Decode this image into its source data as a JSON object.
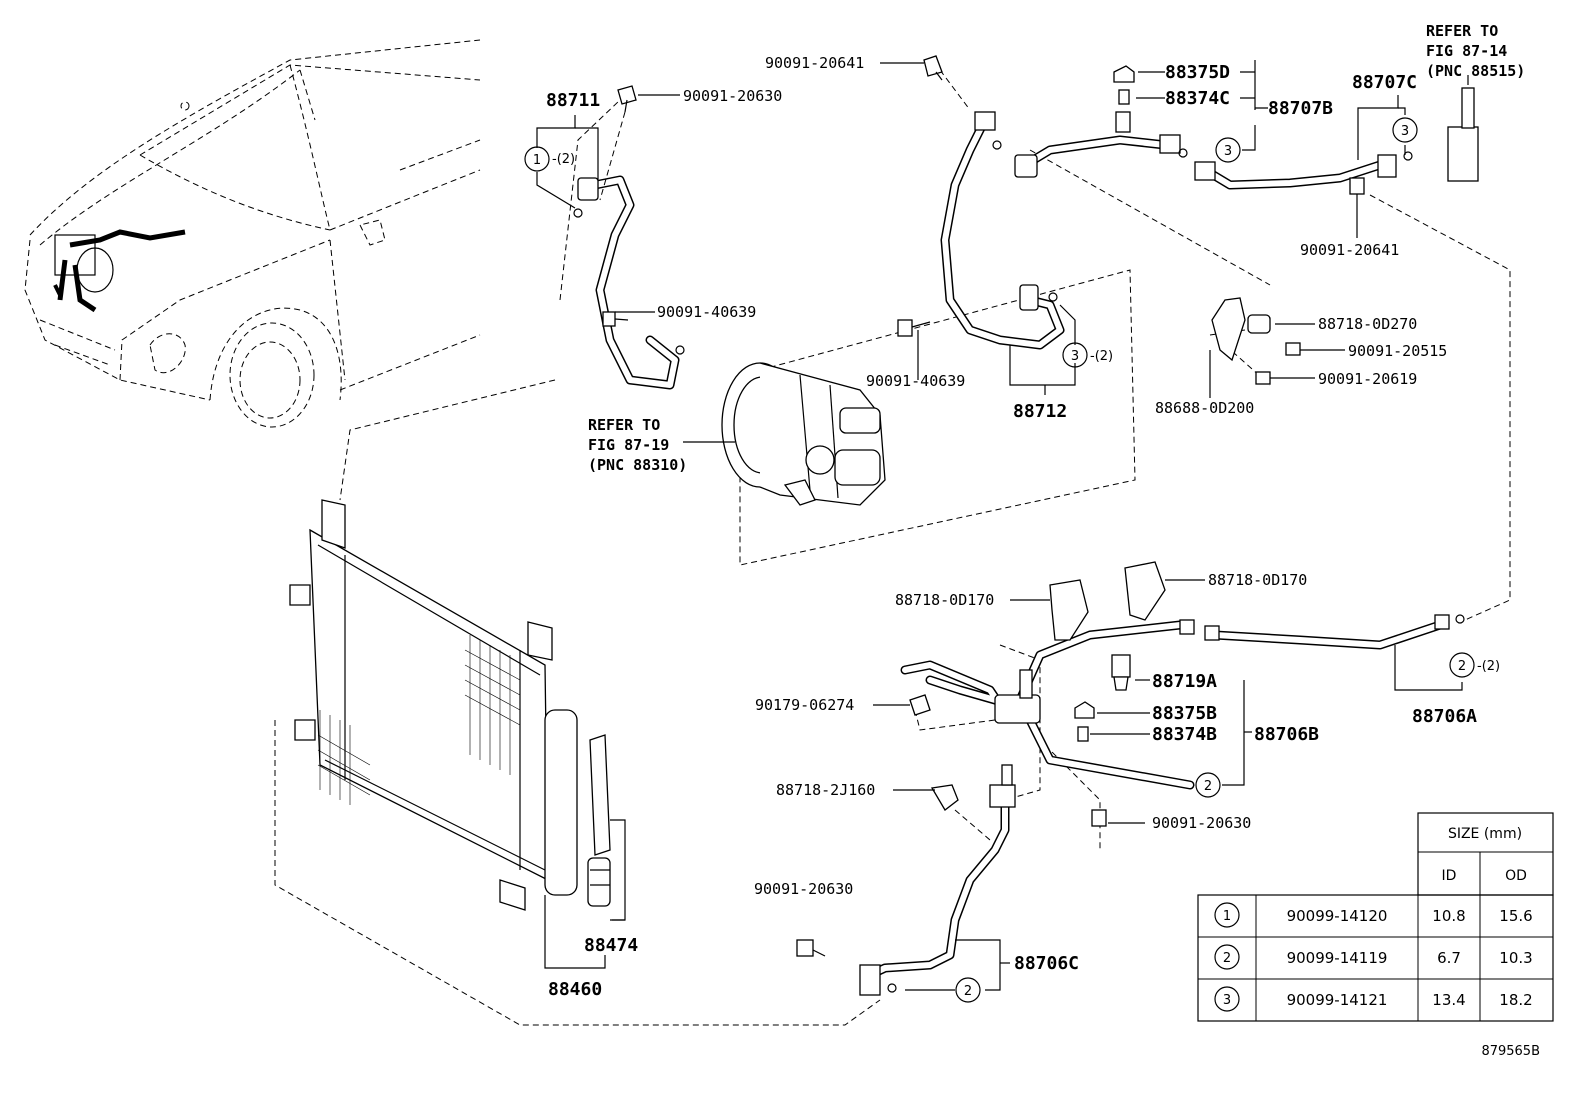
{
  "labels": {
    "p88711": "88711",
    "b90091_20630_top": "90091-20630",
    "b90091_20641_top": "90091-20641",
    "p88375D": "88375D",
    "p88374C": "88374C",
    "p88707B": "88707B",
    "p88707C": "88707C",
    "ref87_14_a": "REFER TO",
    "ref87_14_b": "FIG 87-14",
    "ref87_14_c": "(PNC 88515)",
    "b90091_20641_right": "90091-20641",
    "b90091_40639_a": "90091-40639",
    "b90091_40639_b": "90091-40639",
    "p88712": "88712",
    "ref87_19_a": "REFER TO",
    "ref87_19_b": "FIG 87-19",
    "ref87_19_c": "(PNC 88310)",
    "p88718_0D270": "88718-0D270",
    "b90091_20515": "90091-20515",
    "b90091_20619": "90091-20619",
    "p88688_0D200": "88688-0D200",
    "p88718_0D170_a": "88718-0D170",
    "p88718_0D170_b": "88718-0D170",
    "p88719A": "88719A",
    "p88375B": "88375B",
    "p88374B": "88374B",
    "p88706B": "88706B",
    "p88706A": "88706A",
    "n90179_06274": "90179-06274",
    "p88718_2J160": "88718-2J160",
    "b90091_20630_mid": "90091-20630",
    "b90091_20630_low": "90091-20630",
    "p88706C": "88706C",
    "p88474": "88474",
    "p88460": "88460",
    "qty2": "-(2)",
    "diagram_id": "879565B"
  },
  "circles": {
    "c1": "1",
    "c2": "2",
    "c3": "3"
  },
  "size_table": {
    "header_group": "SIZE (mm)",
    "col_id": "ID",
    "col_od": "OD",
    "rows": [
      {
        "mark": "1",
        "part": "90099-14120",
        "id": "10.8",
        "od": "15.6"
      },
      {
        "mark": "2",
        "part": "90099-14119",
        "id": "6.7",
        "od": "10.3"
      },
      {
        "mark": "3",
        "part": "90099-14121",
        "id": "13.4",
        "od": "18.2"
      }
    ]
  }
}
